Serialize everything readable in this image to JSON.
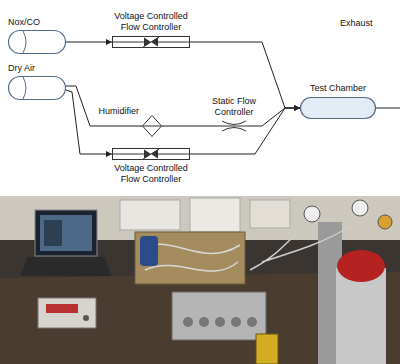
{
  "diagram": {
    "nodes": [
      {
        "text": [
          "Nox/CO"
        ]
      },
      {
        "text": [
          "Dry Air"
        ]
      },
      {
        "text": [
          "Voltage Controlled Flow Controller"
        ]
      },
      {
        "text": [
          "Humidifier"
        ]
      },
      {
        "text": [
          "Static Flow Controller"
        ]
      },
      {
        "text": [
          "Voltage Controlled Flow Controller"
        ]
      },
      {
        "text": [
          "Test Chamber"
        ]
      }
    ],
    "edges": [
      {
        "from": 0,
        "to": 2,
        "arrow": "to"
      },
      {
        "from": 2,
        "to": 6,
        "arrow": "to"
      },
      {
        "from": 1,
        "to": 3,
        "arrow": "none"
      },
      {
        "from": 3,
        "to": 4,
        "arrow": "none"
      },
      {
        "from": 4,
        "to": 6,
        "arrow": "to"
      },
      {
        "from": 1,
        "to": 5,
        "arrow": "to"
      },
      {
        "from": 5,
        "to": 6,
        "arrow": "to"
      }
    ],
    "labels": [
      "Exhaust"
    ]
  }
}
